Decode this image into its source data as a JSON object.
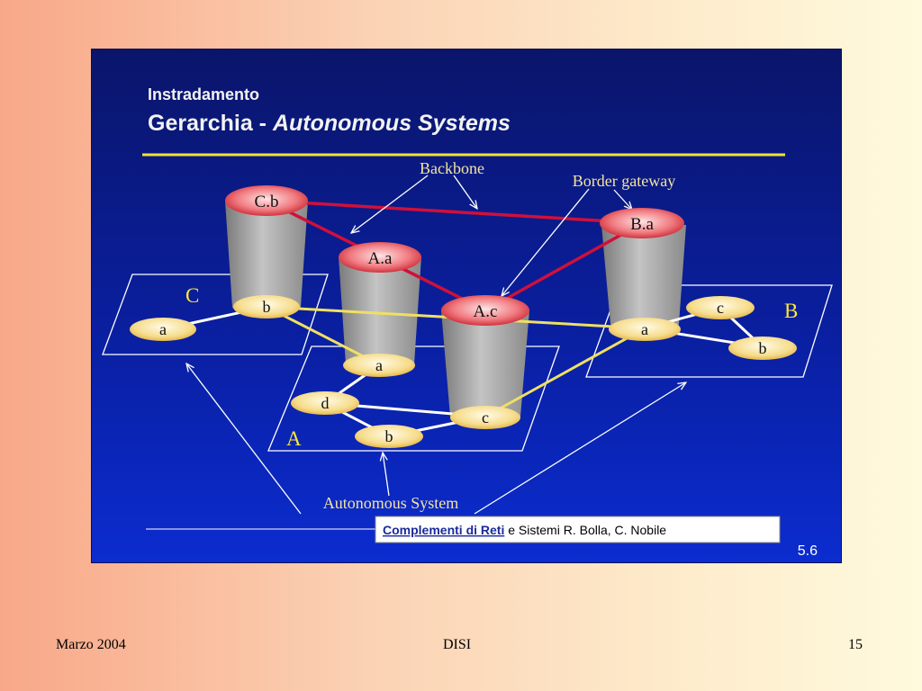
{
  "slide": {
    "kicker": "Instradamento",
    "title_plain": "Gerarchia - ",
    "title_italic": "Autonomous Systems",
    "footer_link": "Complementi di Reti",
    "footer_rest": " e Sistemi  R. Bolla, C. Nobile",
    "page_code": "5.6"
  },
  "callouts": {
    "backbone": "Backbone",
    "border_gateway": "Border gateway",
    "autonomous_system": "Autonomous System"
  },
  "regions": {
    "a": "A",
    "b": "B",
    "c": "C"
  },
  "backbone_routers": {
    "cb": "C.b",
    "aa": "A.a",
    "ac": "A.c",
    "ba": "B.a"
  },
  "nodes": {
    "c_a": "a",
    "c_b": "b",
    "a_a": "a",
    "a_b": "b",
    "a_c": "c",
    "a_d": "d",
    "b_a": "a",
    "b_b": "b",
    "b_c": "c"
  },
  "colors": {
    "backbone_link": "#d0103a",
    "gateway_link": "#f0e060",
    "internal_link": "#ffffff",
    "title_rule": "#f2e23a",
    "node_fill": "#f4d27a",
    "router_fill": "#e8404a"
  },
  "page_footer": {
    "date": "Marzo 2004",
    "org": "DISI",
    "page": "15"
  }
}
